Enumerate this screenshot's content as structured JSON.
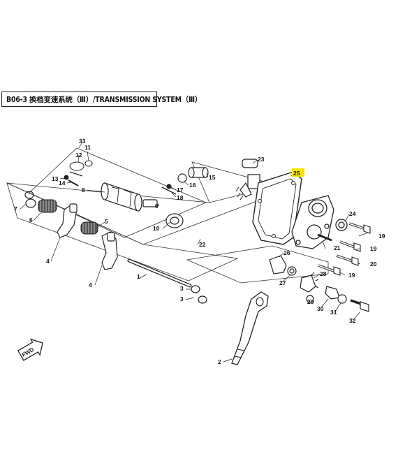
{
  "header": {
    "title": "B06-3 换档变速系统（Ⅲ）/TRANSMISSION SYSTEM（Ⅲ）"
  },
  "fwd_label": "FWD",
  "highlight_color": "#f5e600",
  "callouts": [
    {
      "id": "c1",
      "text": "1"
    },
    {
      "id": "c2",
      "text": "2"
    },
    {
      "id": "c3a",
      "text": "3"
    },
    {
      "id": "c3b",
      "text": "3"
    },
    {
      "id": "c4a",
      "text": "4"
    },
    {
      "id": "c4b",
      "text": "4"
    },
    {
      "id": "c5",
      "text": "5"
    },
    {
      "id": "c6",
      "text": "6"
    },
    {
      "id": "c7",
      "text": "7"
    },
    {
      "id": "c8",
      "text": "8"
    },
    {
      "id": "c9",
      "text": "9"
    },
    {
      "id": "c10",
      "text": "10"
    },
    {
      "id": "c11",
      "text": "11"
    },
    {
      "id": "c12",
      "text": "12"
    },
    {
      "id": "c13",
      "text": "13"
    },
    {
      "id": "c14",
      "text": "14"
    },
    {
      "id": "c15",
      "text": "15"
    },
    {
      "id": "c16",
      "text": "16"
    },
    {
      "id": "c17",
      "text": "17"
    },
    {
      "id": "c18",
      "text": "18"
    },
    {
      "id": "c19a",
      "text": "19"
    },
    {
      "id": "c19b",
      "text": "19"
    },
    {
      "id": "c19c",
      "text": "19"
    },
    {
      "id": "c20",
      "text": "20"
    },
    {
      "id": "c21",
      "text": "21"
    },
    {
      "id": "c22",
      "text": "22"
    },
    {
      "id": "c23",
      "text": "23"
    },
    {
      "id": "c24",
      "text": "24"
    },
    {
      "id": "c25",
      "text": "25"
    },
    {
      "id": "c26",
      "text": "26"
    },
    {
      "id": "c27",
      "text": "27"
    },
    {
      "id": "c28",
      "text": "28"
    },
    {
      "id": "c29",
      "text": "29"
    },
    {
      "id": "c30",
      "text": "30"
    },
    {
      "id": "c31",
      "text": "31"
    },
    {
      "id": "c32",
      "text": "32"
    },
    {
      "id": "c33",
      "text": "33"
    }
  ]
}
